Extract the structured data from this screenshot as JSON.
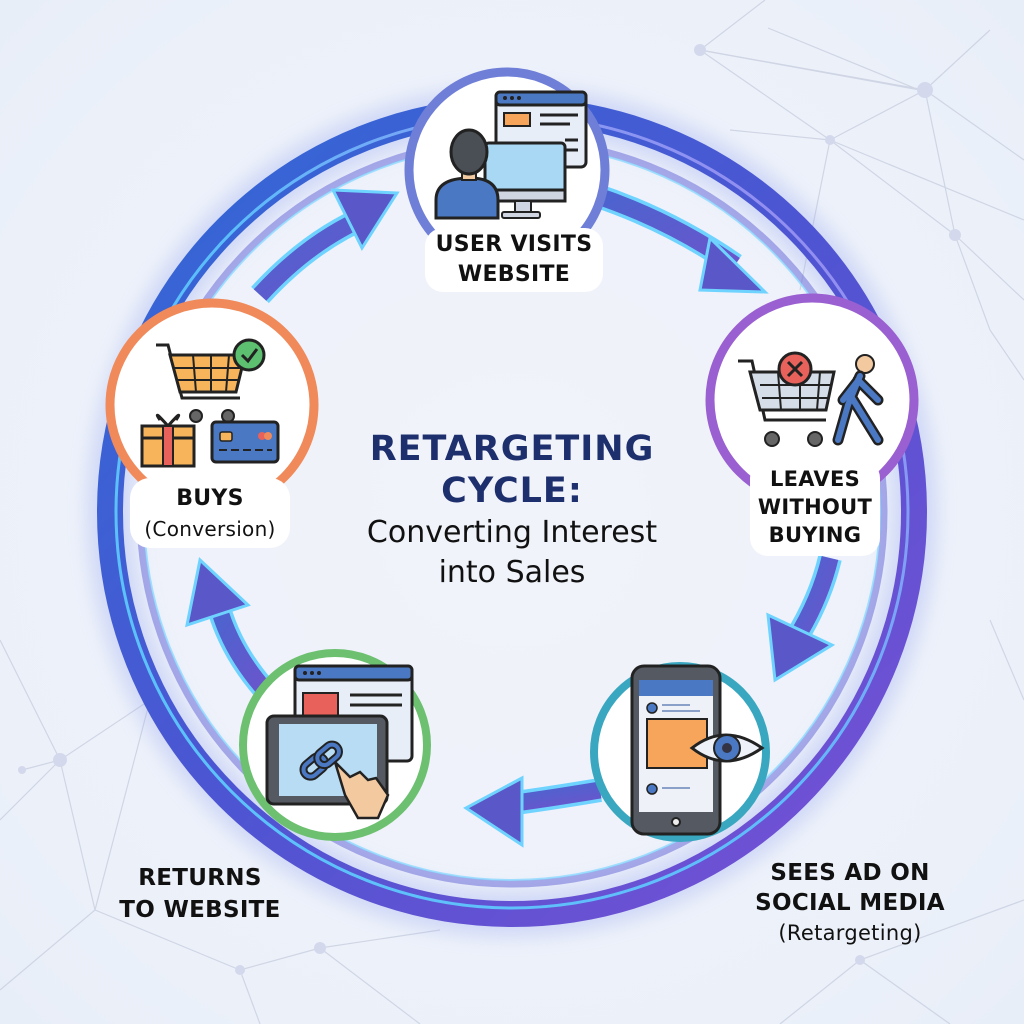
{
  "title": {
    "main": "RETARGETING CYCLE:",
    "main_line1": "RETARGETING",
    "main_line2": "CYCLE:",
    "subtitle_line1": "Converting Interest",
    "subtitle_line2": "into Sales"
  },
  "colors": {
    "title": "#1e2f6e",
    "ring_outer": "#3a6fd8",
    "ring_glow": "#5fd0ff",
    "arrow_fill": "#5a58c8",
    "arrow_outline": "#6fd3ff",
    "node_visit": "#6f7fd8",
    "node_leave": "#9a5fd0",
    "node_ad": "#3aa7c0",
    "node_return": "#6cc070",
    "node_buy": "#f08a5a"
  },
  "nodes": [
    {
      "id": "visit",
      "label_line1": "USER VISITS",
      "label_line2": "WEBSITE",
      "icon": "user-at-computer-icon"
    },
    {
      "id": "leave",
      "label_line1": "LEAVES",
      "label_line2": "WITHOUT",
      "label_line3": "BUYING",
      "icon": "abandoned-cart-walking-icon"
    },
    {
      "id": "ad",
      "label_line1": "SEES AD ON",
      "label_line2": "SOCIAL MEDIA",
      "sublabel": "(Retargeting)",
      "icon": "phone-ad-eye-icon"
    },
    {
      "id": "return",
      "label_line1": "RETURNS",
      "label_line2": "TO WEBSITE",
      "icon": "tablet-link-tap-icon"
    },
    {
      "id": "buy",
      "label_line1": "BUYS",
      "sublabel": "(Conversion)",
      "icon": "cart-check-gift-card-icon"
    }
  ],
  "flow": [
    "visit",
    "leave",
    "ad",
    "return",
    "buy",
    "visit"
  ]
}
